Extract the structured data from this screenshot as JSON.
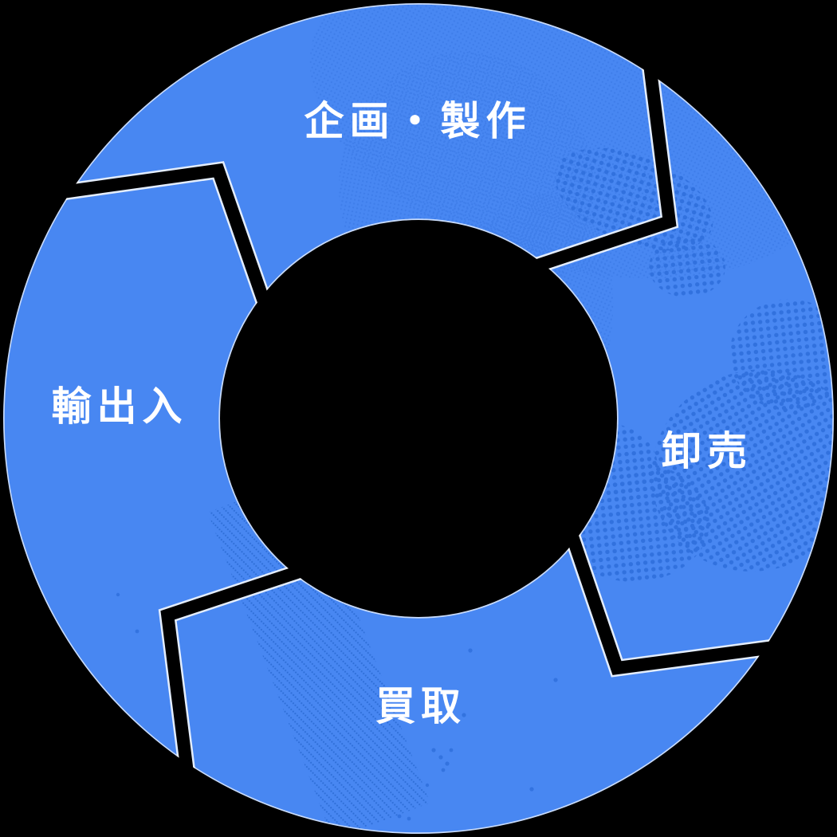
{
  "diagram": {
    "type": "cycle-diagram",
    "flow_direction": "clockwise",
    "background_color": "#000000",
    "ring_color": "#4887F2",
    "map_dot_color": "#3171DE",
    "fine_dot_color": "#3F7EEA",
    "row_dot_color": "#2F6FD8",
    "edge_highlight_color": "#FFFFFF",
    "label_color": "#FFFFFF",
    "segments": [
      {
        "label": "企画・製作",
        "position": "top"
      },
      {
        "label": "卸売",
        "position": "right"
      },
      {
        "label": "買取",
        "position": "bottom"
      },
      {
        "label": "輸出入",
        "position": "left"
      }
    ]
  }
}
